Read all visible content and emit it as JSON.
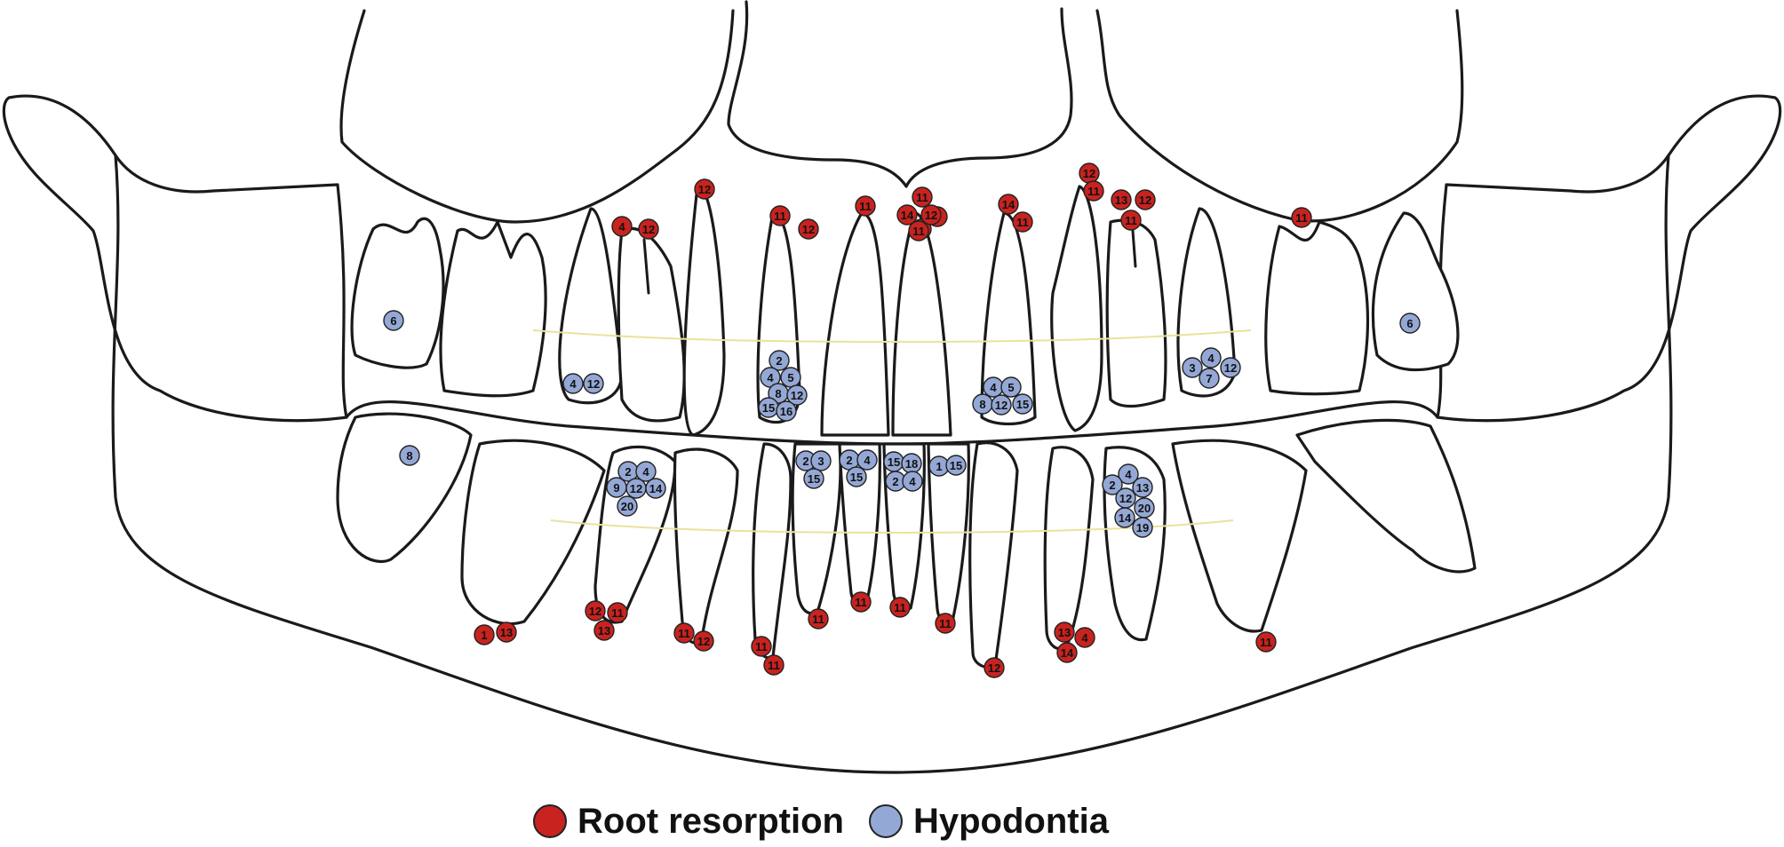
{
  "colors": {
    "root_resorption": "#c8231f",
    "hypodontia": "#94a8d6",
    "outline": "#1a1a1a"
  },
  "legend": {
    "items": [
      {
        "label": "Root resorption",
        "color_key": "root_resorption"
      },
      {
        "label": "Hypodontia",
        "color_key": "hypodontia"
      }
    ]
  },
  "root_resorption_markers": [
    "12",
    "11",
    "12",
    "11",
    "4",
    "12",
    "11",
    "4",
    "11",
    "14",
    "12",
    "11",
    "14",
    "11",
    "12",
    "13",
    "11",
    "12",
    "11",
    "11",
    "1",
    "13",
    "12",
    "11",
    "13",
    "11",
    "12",
    "11",
    "11",
    "11",
    "11",
    "11",
    "11",
    "12",
    "13",
    "4",
    "14",
    "11"
  ],
  "hypodontia_markers": [
    "6",
    "4",
    "12",
    "2",
    "4",
    "5",
    "8",
    "12",
    "15",
    "16",
    "4",
    "5",
    "8",
    "12",
    "15",
    "3",
    "4",
    "7",
    "12",
    "6",
    "8",
    "2",
    "4",
    "9",
    "12",
    "14",
    "20",
    "2",
    "3",
    "15",
    "2",
    "4",
    "15",
    "15",
    "18",
    "2",
    "4",
    "1",
    "15",
    "4",
    "2",
    "13",
    "12",
    "20",
    "14",
    "19"
  ]
}
